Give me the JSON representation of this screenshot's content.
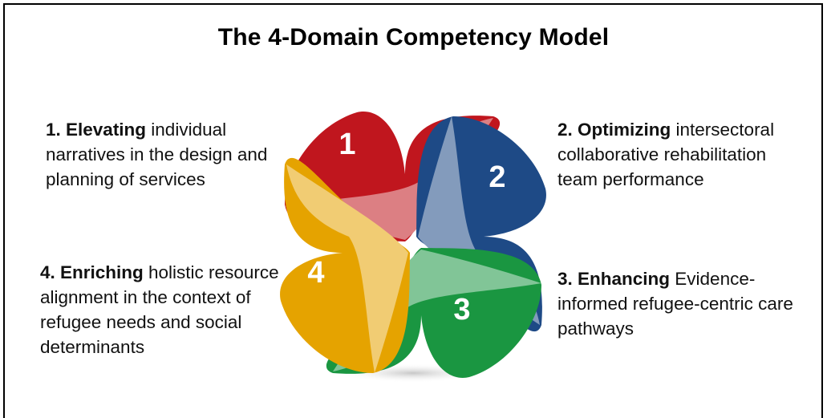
{
  "title": "The 4-Domain Competency Model",
  "domains": [
    {
      "number": "1",
      "heading": "1. Elevating",
      "text": " individual narratives in the design and planning of services",
      "color": "#c0161e"
    },
    {
      "number": "2",
      "heading": "2. Optimizing",
      "text": " intersectoral collaborative rehabilitation team performance",
      "color": "#1e4a86"
    },
    {
      "number": "3",
      "heading": "3. Enhancing",
      "text": " Evidence-informed refugee-centric care pathways",
      "color": "#1a9641"
    },
    {
      "number": "4",
      "heading": "4. Enriching",
      "text": " holistic resource alignment in the context of refugee needs and social determinants",
      "color": "#e5a300"
    }
  ]
}
